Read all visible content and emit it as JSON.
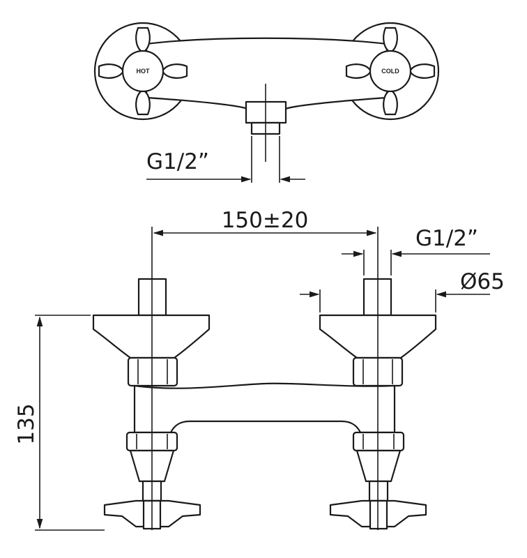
{
  "top_view": {
    "hot_label": "HOT",
    "cold_label": "COLD",
    "outlet_thread": "G1/2”"
  },
  "front_view": {
    "centre_distance": "150±20",
    "inlet_thread": "G1/2”",
    "flange_diameter": "Ø65",
    "height": "135"
  }
}
